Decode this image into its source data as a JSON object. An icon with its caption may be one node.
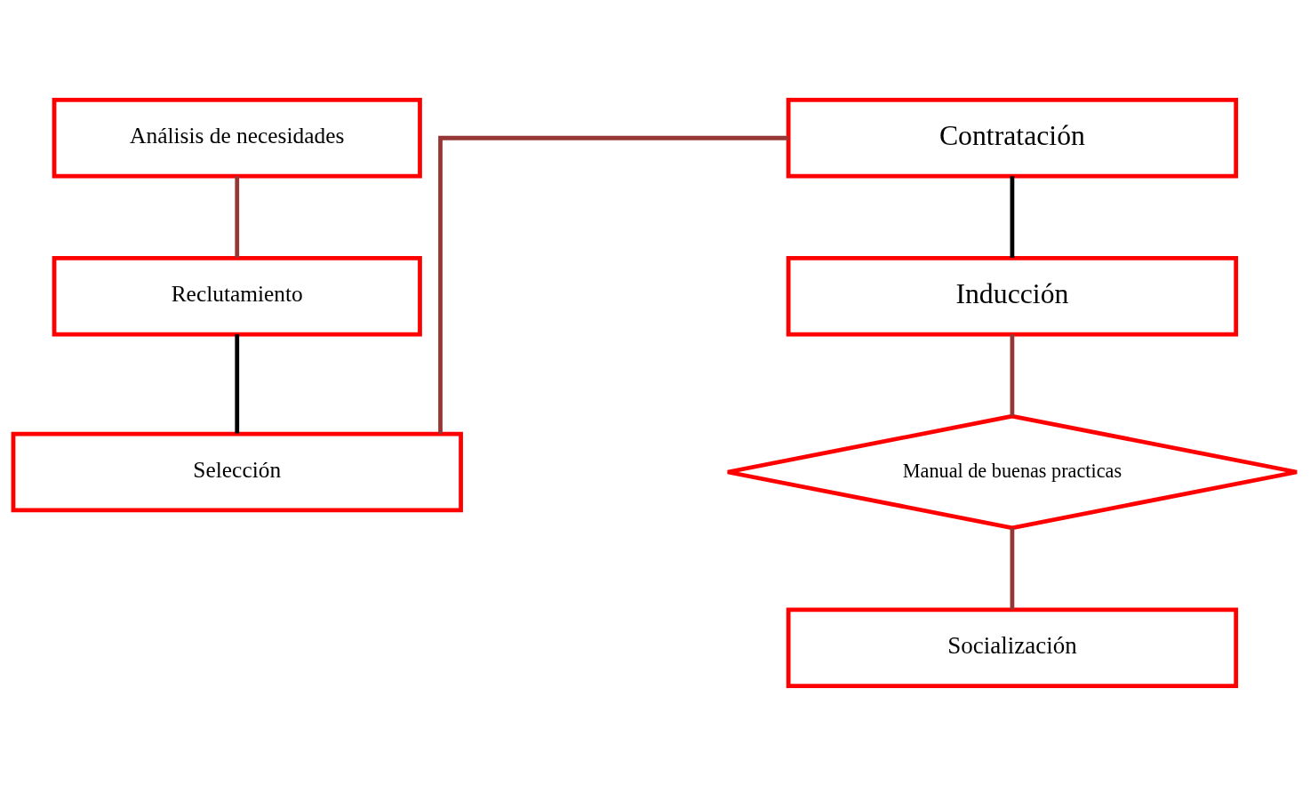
{
  "diagram": {
    "nodes": [
      {
        "text": [
          "Análisis de necesidades"
        ]
      },
      {
        "text": [
          "Reclutamiento"
        ]
      },
      {
        "text": [
          "Selección"
        ]
      },
      {
        "text": [
          "Contratación"
        ]
      },
      {
        "text": [
          "Inducción"
        ]
      },
      {
        "text": [
          "Manual de buenas practicas"
        ]
      },
      {
        "text": [
          "Socialización"
        ]
      }
    ],
    "edges": [
      {
        "from": 0,
        "to": 1,
        "arrow": "none"
      },
      {
        "from": 1,
        "to": 2,
        "arrow": "none",
        "color": "#000000"
      },
      {
        "from": 2,
        "to": 3,
        "arrow": "none"
      },
      {
        "from": 3,
        "to": 4,
        "arrow": "none",
        "color": "#000000"
      },
      {
        "from": 4,
        "to": 5,
        "arrow": "none"
      },
      {
        "from": 5,
        "to": 6,
        "arrow": "none"
      }
    ]
  }
}
